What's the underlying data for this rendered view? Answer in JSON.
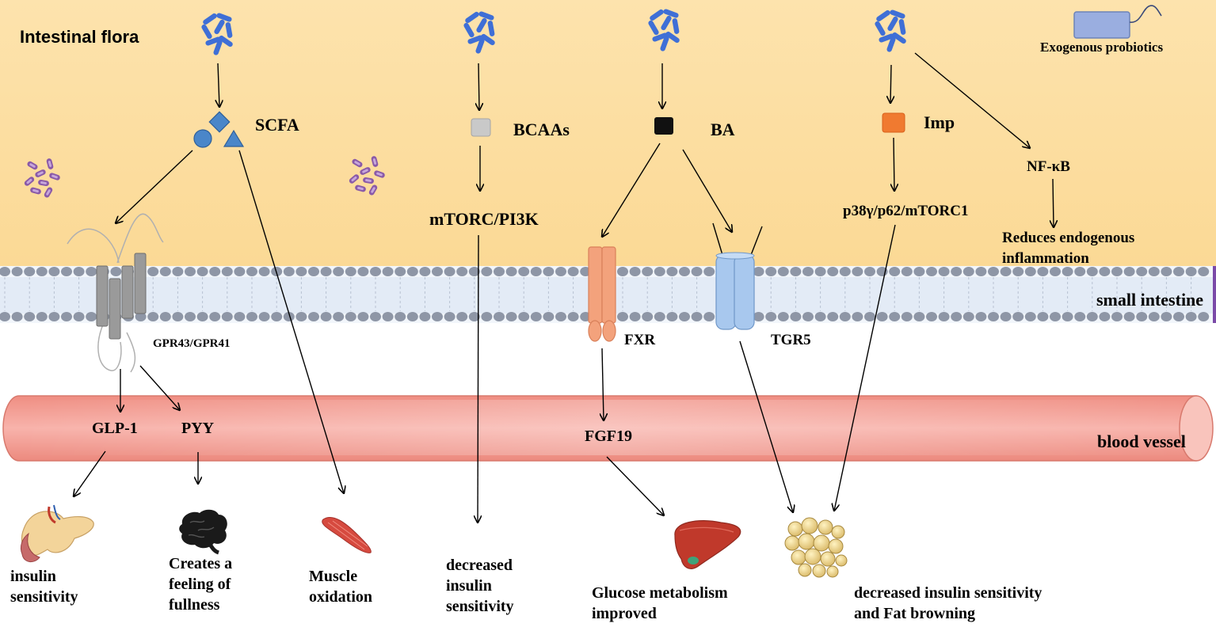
{
  "colors": {
    "flora_bg": "#fddfa1",
    "membrane_head": "#8e96a6",
    "vessel": "#f4a49a",
    "bacteria_blue": "#3f6fd6",
    "bacteria_purple": "#8a5aa8",
    "scfa_blue": "#4a86c9",
    "bcaa_grey": "#c9c9c9",
    "ba_black": "#111111",
    "imp_orange": "#f07a30",
    "fxr_orange": "#f3a27c",
    "tgr5_blue": "#a8c8ee",
    "gpr_grey": "#9a9a9a",
    "probiotic_fill": "#9aaee0"
  },
  "icons": [
    "bacteria-cluster-icon",
    "bacteria-rods-icon",
    "probiotic-capsule-icon",
    "pancreas-icon",
    "brain-icon",
    "muscle-icon",
    "liver-icon",
    "fat-cells-icon"
  ],
  "regions": {
    "intestinal_flora": "Intestinal flora",
    "small_intestine": "small intestine",
    "blood_vessel": "blood vessel"
  },
  "probiotics": "Exogenous probiotics",
  "metabolites": {
    "scfa": "SCFA",
    "bcaas": "BCAAs",
    "ba": "BA",
    "imp": "Imp"
  },
  "pathways": {
    "mtorc_pi3k": "mTORC/PI3K",
    "p38": "p38γ/p62/mTORC1",
    "nfkb": "NF-κB",
    "reduces_inflammation": "Reduces endogenous\ninflammation"
  },
  "receptors": {
    "gpr": "GPR43/GPR41",
    "fxr": "FXR",
    "tgr5": "TGR5"
  },
  "hormones": {
    "glp1": "GLP-1",
    "pyy": "PYY",
    "fgf19": "FGF19"
  },
  "outcomes": {
    "insulin_sensitivity": "insulin\nsensitivity",
    "fullness": "Creates a\nfeeling of\nfullness",
    "muscle_oxidation": "Muscle\noxidation",
    "decreased_insulin": "decreased\ninsulin\nsensitivity",
    "glucose": "Glucose metabolism\nimproved",
    "fat_browning": "decreased insulin sensitivity\nand Fat browning"
  }
}
